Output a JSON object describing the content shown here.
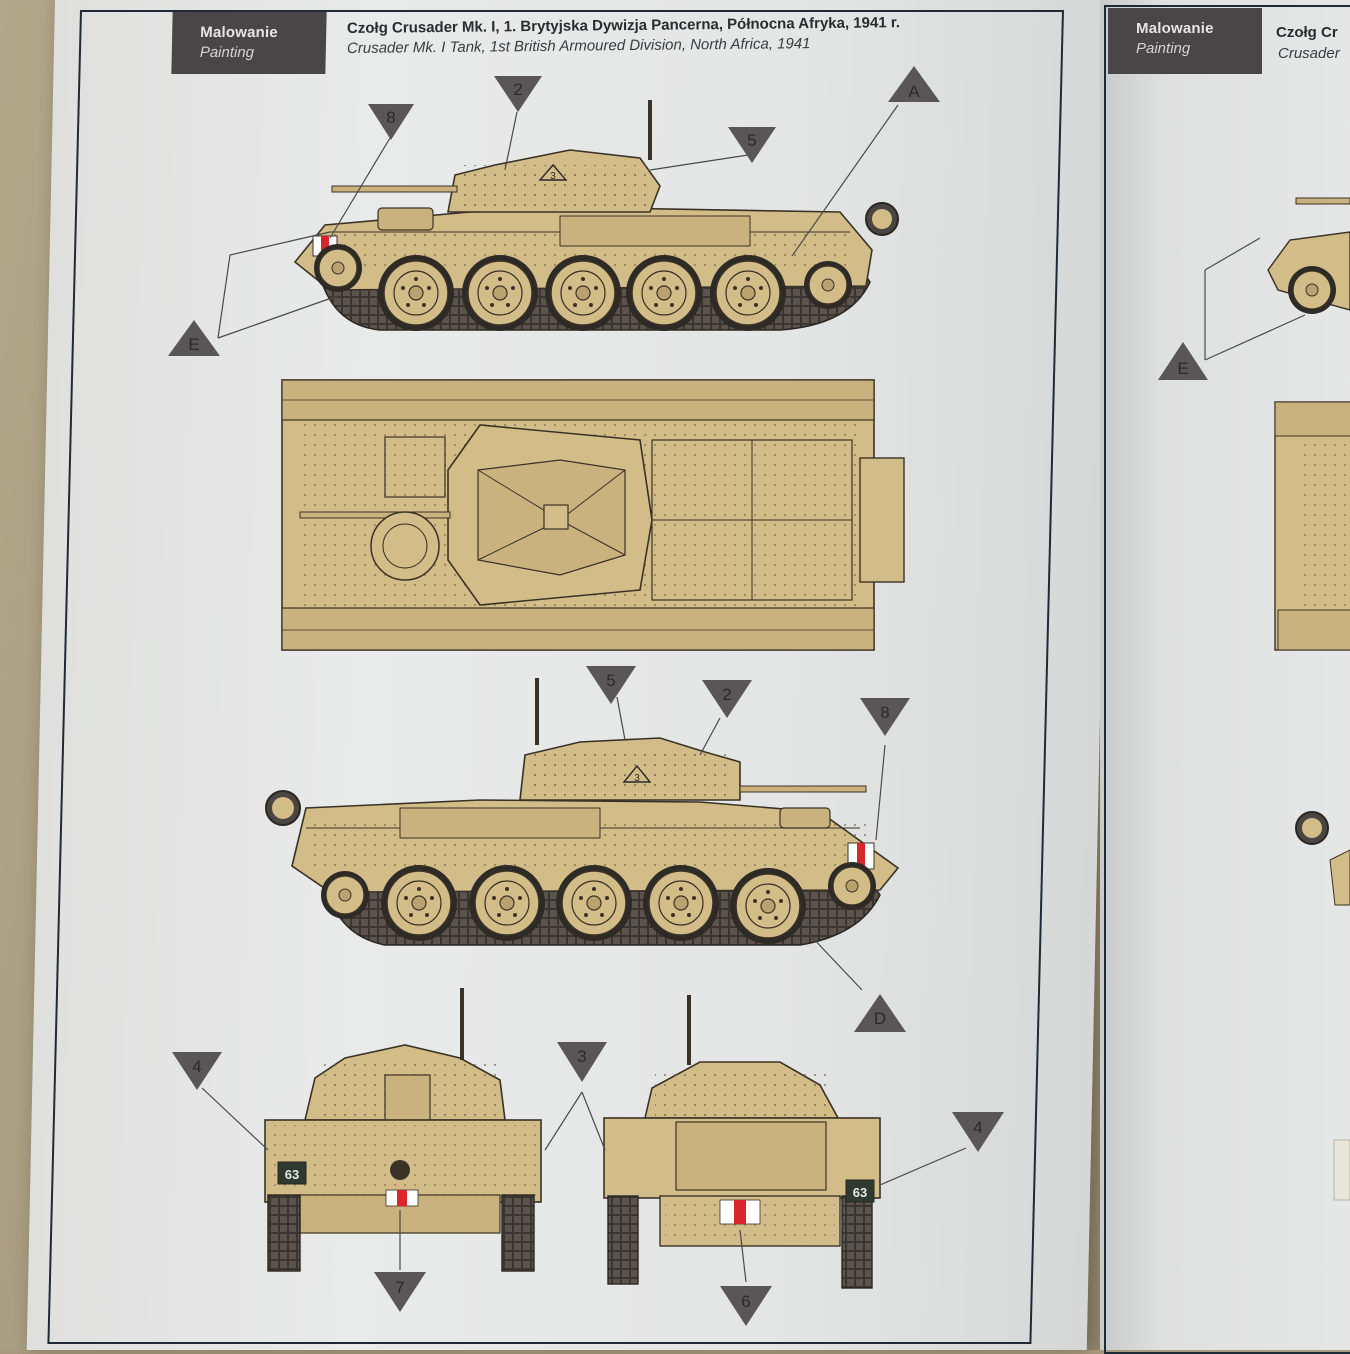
{
  "sheet_left": {
    "header": {
      "label_pl": "Malowanie",
      "label_en": "Painting"
    },
    "title_pl": "Czołg Crusader Mk. I, 1. Brytyjska Dywizja Pancerna, Północna Afryka, 1941 r.",
    "title_en": "Crusader Mk. I Tank, 1st British Armoured Division, North Africa, 1941",
    "callouts": {
      "side1": [
        "8",
        "2",
        "5",
        "A",
        "E"
      ],
      "side2": [
        "5",
        "2",
        "8",
        "D"
      ],
      "front": [
        "4",
        "3",
        "7"
      ],
      "rear": [
        "4",
        "6"
      ]
    },
    "markings": {
      "turret_number": "3",
      "unit_number": "63"
    }
  },
  "sheet_right": {
    "header": {
      "label_pl": "Malowanie",
      "label_en": "Painting"
    },
    "title_pl": "Czołg Cr",
    "title_en": "Crusader",
    "callouts": [
      "E"
    ]
  },
  "colors": {
    "desert_sand": "#d2bd88",
    "panel_shadow": "#b9a270",
    "outline": "#3a3226",
    "header_bg": "#4a4648",
    "callout_gray": "#5a5657",
    "frame": "#1e2a36",
    "red_mark": "#d8262b"
  }
}
